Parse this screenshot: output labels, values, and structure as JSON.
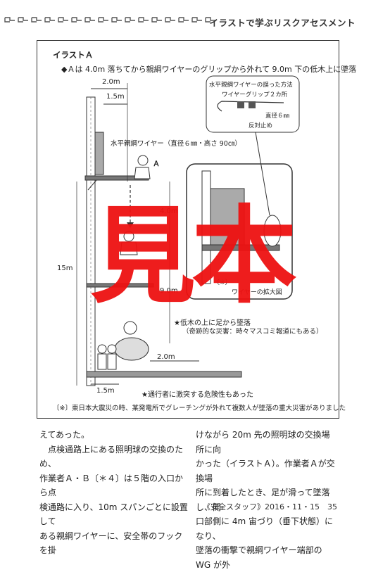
{
  "header": {
    "title": "イラストで学ぶリスクアセスメント"
  },
  "figure": {
    "label": "イラストＡ",
    "caption": "◆Ａは 4.0m 落ちてから親綱ワイヤーのグリップから外れて 9.0m 下の低木上に墜落",
    "dims": {
      "top_width": "2.0m",
      "top_inner": "1.5m",
      "height_total": "15m",
      "fall1": "4.0m",
      "fall2": "9.0m",
      "bottom_width": "2.0m",
      "bottom_inner": "1.5m"
    },
    "labels": {
      "wire": "水平親綱ワイヤー（直径６㎜・高さ 90㎝）",
      "worker": "Ａ",
      "inset_title": "水平親綱ワイヤーの誤った方法",
      "inset_grip": "ワイヤーグリップ２カ所",
      "inset_diameter": "直径６㎜",
      "inset_reverse": "反対止め",
      "zoom_caption_a": "〔※〕",
      "zoom_caption_b": "ワイヤーの拡大図",
      "shrub_note_1": "★低木の上に足から墜落",
      "shrub_note_2": "（奇跡的な災害：時々マスコミ報道にもある）",
      "passerby_note": "★通行者に激突する危険性もあった"
    },
    "note": "〔※〕東日本大震災の時、某発電所でグレーチングが外れて複数人が墜落の重大災害がありました"
  },
  "body": {
    "left": [
      "えてあった。",
      "　点検通路上にある照明球の交換のため、",
      "作業者Ａ・Ｂ〔＊４〕は５階の入口から点",
      "検通路に入り、10m スパンごとに設置して",
      "ある親綱ワイヤーに、安全帯のフックを掛"
    ],
    "right": [
      "けながら 20m 先の照明球の交換場所に向",
      "かった（イラストＡ）。作業者Ａが交換場",
      "所に到着したとき、足が滑って墜落し、開",
      "口部側に 4m 宙づり（垂下状態）になり、",
      "墜落の衝撃で親綱ワイヤー端部の WG が外"
    ]
  },
  "footer": {
    "text": "《安全スタッフ》2016・11・15　35"
  },
  "watermark": {
    "text": "見本"
  }
}
